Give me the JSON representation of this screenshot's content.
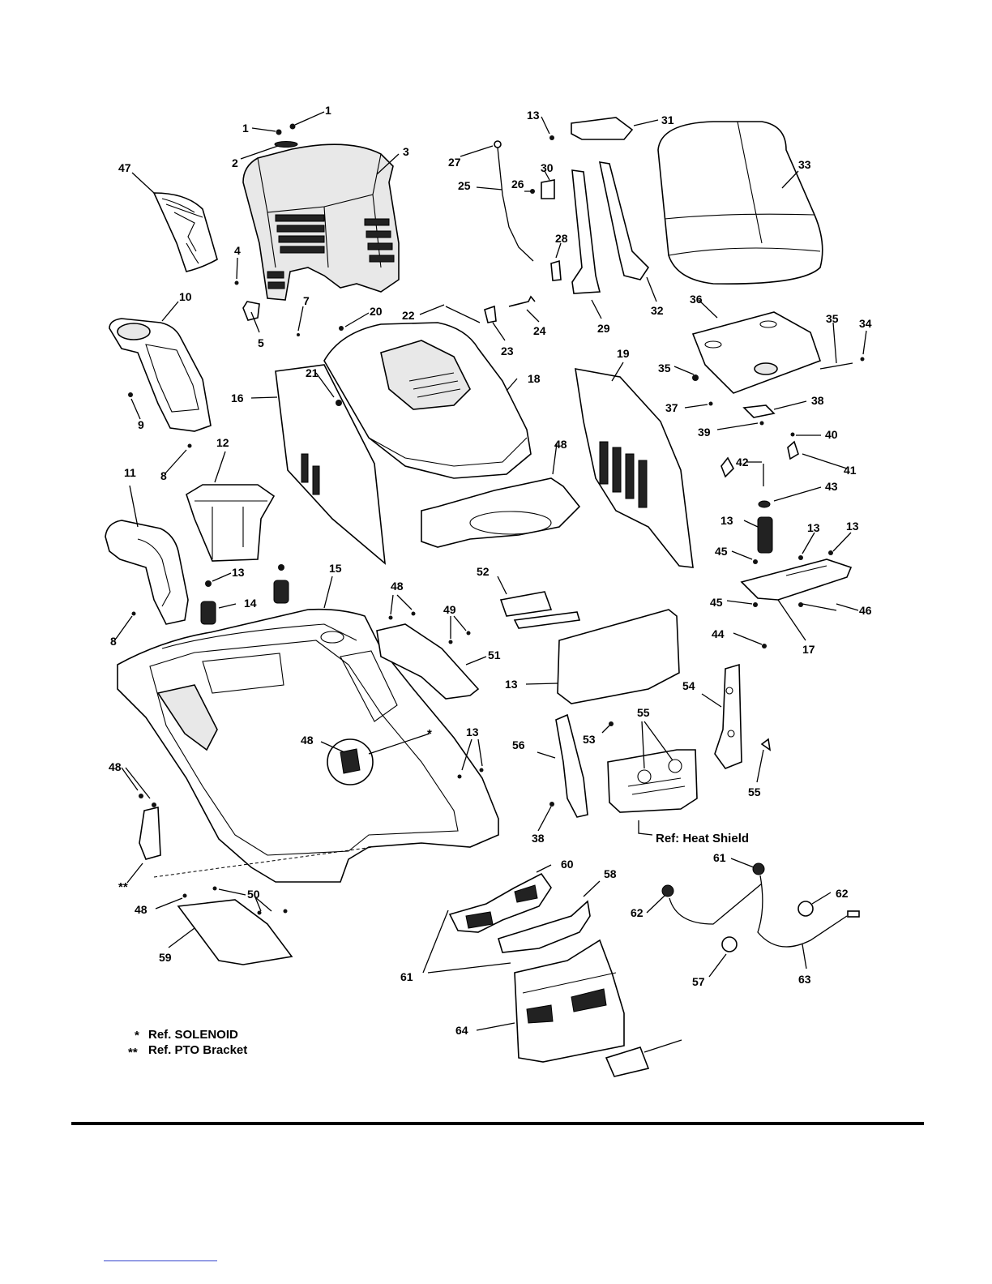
{
  "callouts": [
    "1",
    "1",
    "2",
    "3",
    "47",
    "4",
    "5",
    "7",
    "10",
    "9",
    "8",
    "12",
    "11",
    "8",
    "13",
    "14",
    "15",
    "16",
    "20",
    "21",
    "18",
    "22",
    "23",
    "24",
    "13",
    "31",
    "27",
    "30",
    "26",
    "25",
    "28",
    "29",
    "32",
    "33",
    "36",
    "35",
    "34",
    "35",
    "37",
    "38",
    "39",
    "40",
    "41",
    "42",
    "43",
    "13",
    "13",
    "13",
    "45",
    "45",
    "46",
    "44",
    "17",
    "19",
    "48",
    "48",
    "49",
    "51",
    "52",
    "13",
    "53",
    "54",
    "56",
    "55",
    "55",
    "38",
    "48",
    "13",
    "48",
    "48",
    "50",
    "59",
    "60",
    "58",
    "61",
    "61",
    "62",
    "62",
    "57",
    "63",
    "64"
  ],
  "notes": {
    "heat_shield": "Ref: Heat Shield",
    "solenoid_mark": "*",
    "solenoid": "Ref. SOLENOID",
    "pto_mark": "**",
    "pto": "Ref. PTO Bracket"
  }
}
